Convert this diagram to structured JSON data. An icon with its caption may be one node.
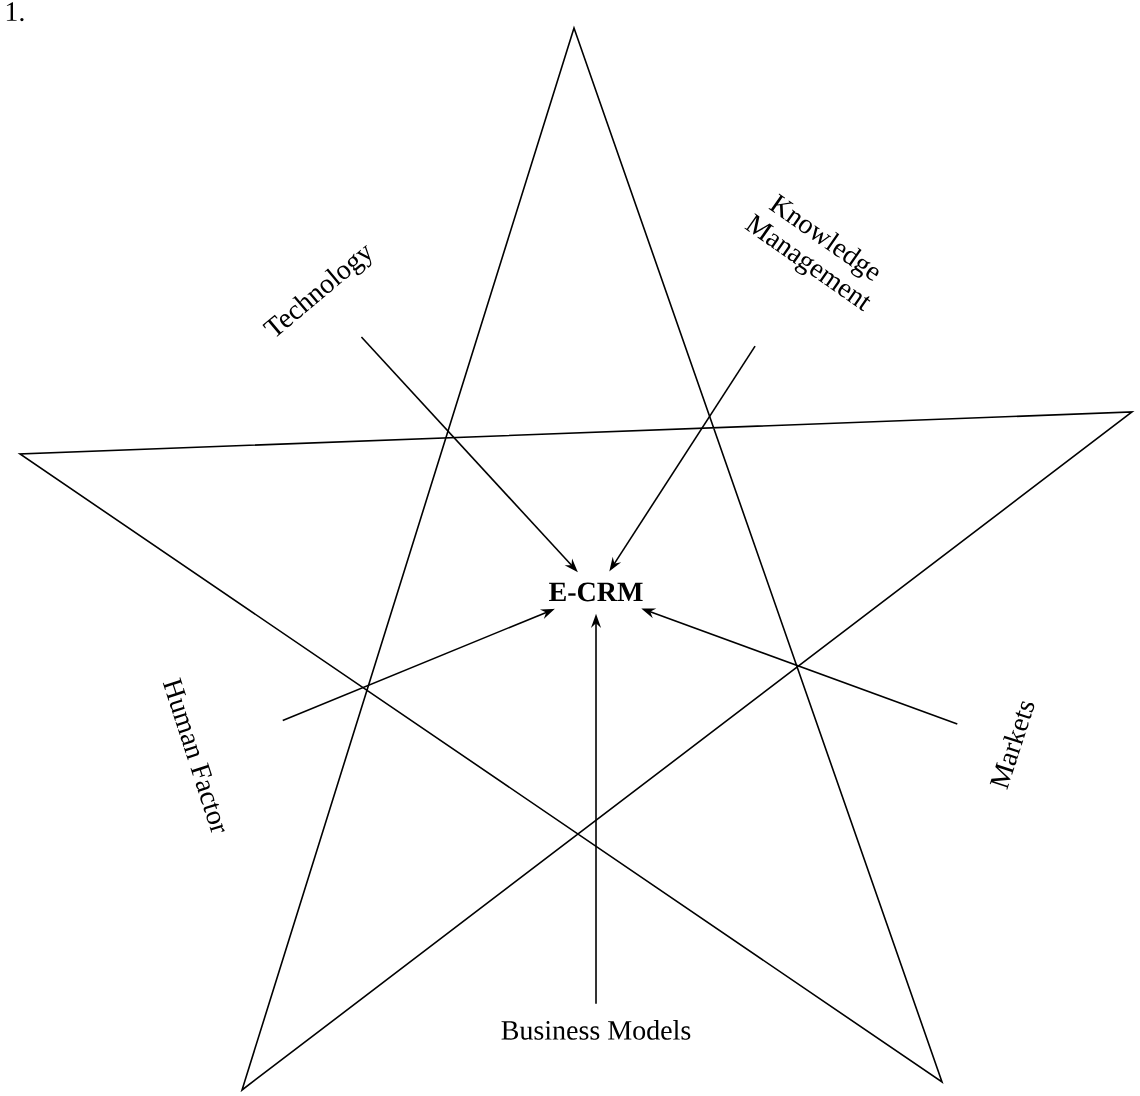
{
  "diagram": {
    "nodes": [
      {
        "text": [
          "E-CRM"
        ]
      },
      {
        "text": [
          "Technology"
        ]
      },
      {
        "text": [
          "Knowledge Management"
        ]
      },
      {
        "text": [
          "Human Factor"
        ]
      },
      {
        "text": [
          "Markets"
        ]
      },
      {
        "text": [
          "Business Models"
        ]
      }
    ],
    "edges": [
      {
        "from": 1,
        "to": 0,
        "arrow": "to"
      },
      {
        "from": 2,
        "to": 0,
        "arrow": "to"
      },
      {
        "from": 3,
        "to": 0,
        "arrow": "to"
      },
      {
        "from": 4,
        "to": 0,
        "arrow": "to"
      },
      {
        "from": 5,
        "to": 0,
        "arrow": "to"
      }
    ],
    "labels": [
      "1."
    ]
  }
}
